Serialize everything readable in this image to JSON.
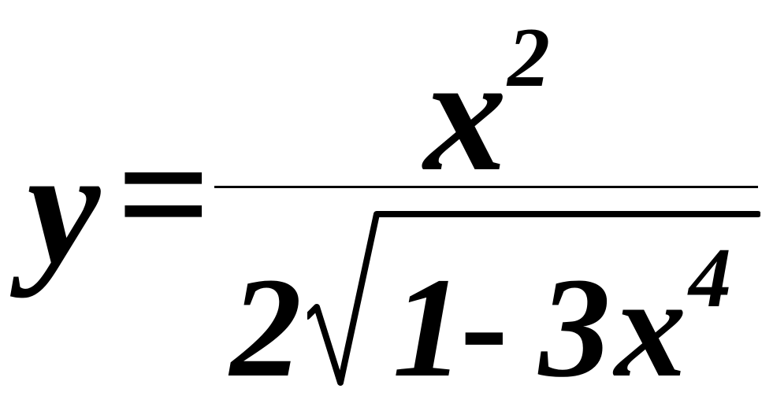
{
  "formula": {
    "lhs": "y",
    "equals": "=",
    "numerator": {
      "base": "x",
      "exponent": "2"
    },
    "denominator": {
      "coefficient": "2",
      "radicand": {
        "first": "1",
        "operator": "-",
        "coefficient": "3",
        "variable": "x",
        "exponent": "4"
      }
    }
  },
  "colors": {
    "ink": "#000000",
    "background": "#ffffff"
  }
}
